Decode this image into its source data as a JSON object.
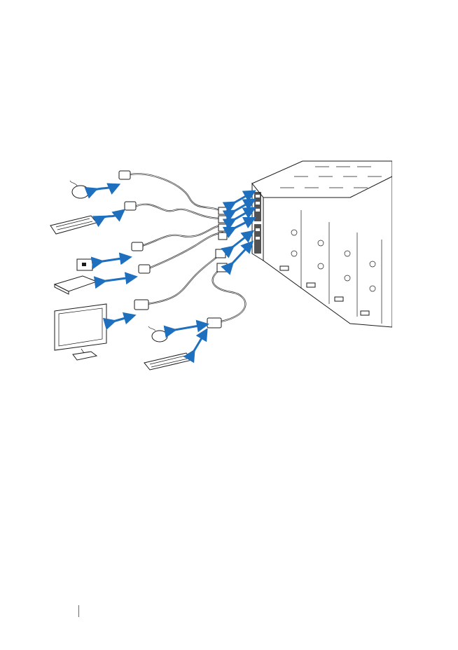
{
  "footer": {
    "page_number": ""
  },
  "figure": {
    "devices": [
      {
        "id": "mouse-top",
        "icon": "mouse-icon"
      },
      {
        "id": "keyboard-top",
        "icon": "keyboard-icon"
      },
      {
        "id": "smart-card",
        "icon": "smart-card-icon"
      },
      {
        "id": "usb-drive",
        "icon": "external-drive-icon"
      },
      {
        "id": "monitor",
        "icon": "monitor-icon"
      },
      {
        "id": "mouse-bottom",
        "icon": "mouse-icon"
      },
      {
        "id": "keyboard-bottom",
        "icon": "keyboard-icon"
      }
    ],
    "arrow_color": "#1f6fbf",
    "line_color": "#1a1a1a"
  }
}
